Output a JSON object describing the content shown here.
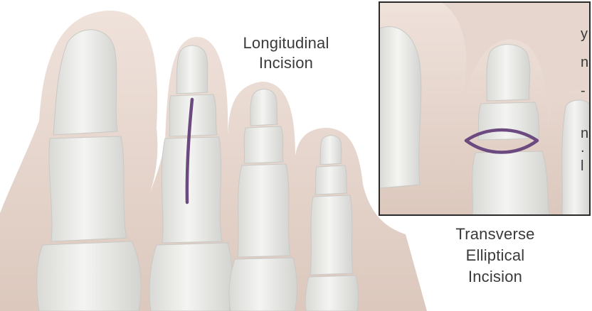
{
  "labels": {
    "longitudinal": [
      "Longitudinal",
      "Incision"
    ],
    "transverse": [
      "Transverse",
      "Elliptical",
      "Incision"
    ]
  },
  "edge_fragment": [
    "y",
    "n",
    "-",
    "n",
    ".",
    "l"
  ],
  "colors": {
    "incision": "#6c4a80",
    "skin": "#e7d6cc",
    "bone": "#eeeeec",
    "inset_border": "#2a2a2a",
    "text": "#3a3a3a"
  },
  "icons": [
    "toe-bones-illustration",
    "incision-line",
    "elliptical-incision"
  ]
}
